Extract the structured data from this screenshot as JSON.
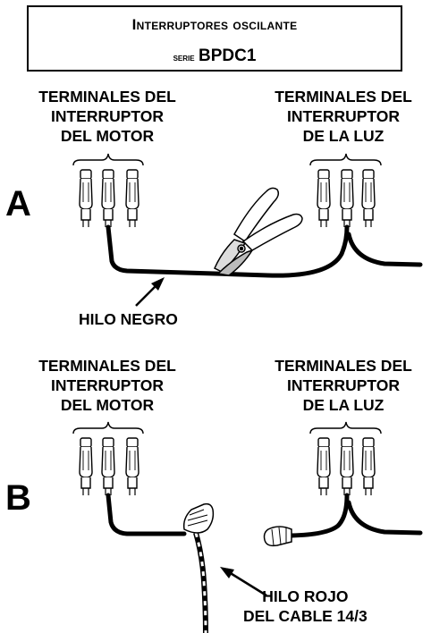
{
  "header": {
    "line1": "Interruptores oscilante",
    "line2_prefix": "serie",
    "line2_model": "BPDC1"
  },
  "panel_a": {
    "section_letter": "A",
    "motor_label": [
      "TERMINALES DEL",
      "INTERRUPTOR",
      "DEL MOTOR"
    ],
    "light_label": [
      "TERMINALES DEL",
      "INTERRUPTOR",
      "DE LA LUZ"
    ],
    "wire_callout": "HILO NEGRO"
  },
  "panel_b": {
    "section_letter": "B",
    "motor_label": [
      "TERMINALES DEL",
      "INTERRUPTOR",
      "DEL MOTOR"
    ],
    "light_label": [
      "TERMINALES DEL",
      "INTERRUPTOR",
      "DE LA LUZ"
    ],
    "wire_callout": [
      "HILO ROJO",
      "DEL CABLE 14/3"
    ]
  },
  "icons": {
    "cutter": "wire-cutter-icon",
    "terminal": "spade-terminal-icon",
    "wire_nut": "wire-nut-icon",
    "arrow": "callout-arrow-icon"
  }
}
